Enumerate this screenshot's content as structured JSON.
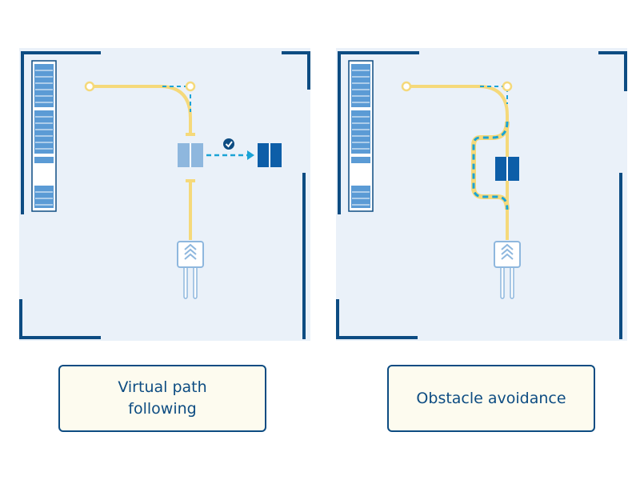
{
  "colors": {
    "floor": "#eaf1f9",
    "wall": "#0d4c82",
    "shelf": "#5b9bd5",
    "path": "#f5d97a",
    "dashed": "#1ba3d6",
    "obstacle": "#0d5ea8",
    "robot_light": "#8eb7de",
    "caption_bg": "#fdfbef"
  },
  "icons": [
    "check-icon",
    "forward-chevrons-icon",
    "arrow-right-icon"
  ],
  "panels": [
    {
      "id": "left",
      "caption": "Virtual path following"
    },
    {
      "id": "right",
      "caption": "Obstacle avoidance"
    }
  ]
}
